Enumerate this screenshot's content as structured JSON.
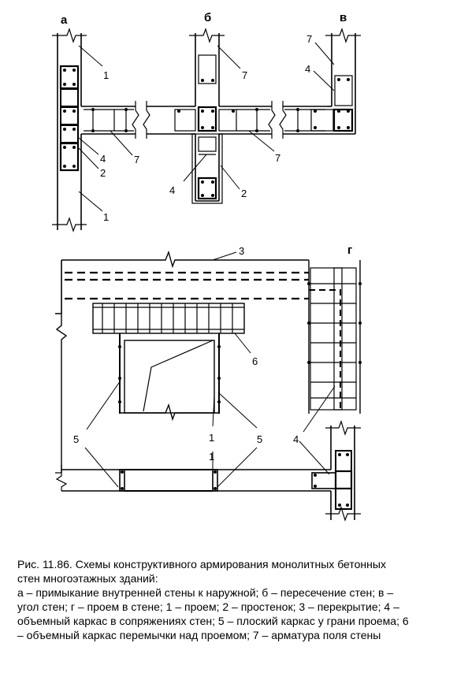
{
  "figure": {
    "panel_labels": {
      "a": "а",
      "b": "б",
      "v": "в",
      "g": "г"
    },
    "callouts": {
      "a_top": "1",
      "a_bottom": "1",
      "a_4": "4",
      "a_2": "2",
      "a_7": "7",
      "b_top": "7",
      "b_4": "4",
      "b_2": "2",
      "b_7": "7",
      "v_7": "7",
      "v_4": "4",
      "g_3": "3",
      "g_6": "6",
      "g_1a": "1",
      "g_1b": "1",
      "g_5a": "5",
      "g_5b": "5",
      "g_4": "4"
    }
  },
  "caption": {
    "title": "Рис. 11.86. Схемы конструктивного армирования монолитных бетонных стен многоэтажных зданий:",
    "legend": "а – примыкание внутренней стены к наружной; б – пересечение стен; в – угол стен; г – проем в стене; 1 – проем; 2 – простенок; 3 – перекрытие; 4 – объемный каркас в сопряжениях стен; 5 – плоский каркас у грани проема; 6 – объемный каркас перемычки над проемом; 7 – арматура поля стены"
  }
}
